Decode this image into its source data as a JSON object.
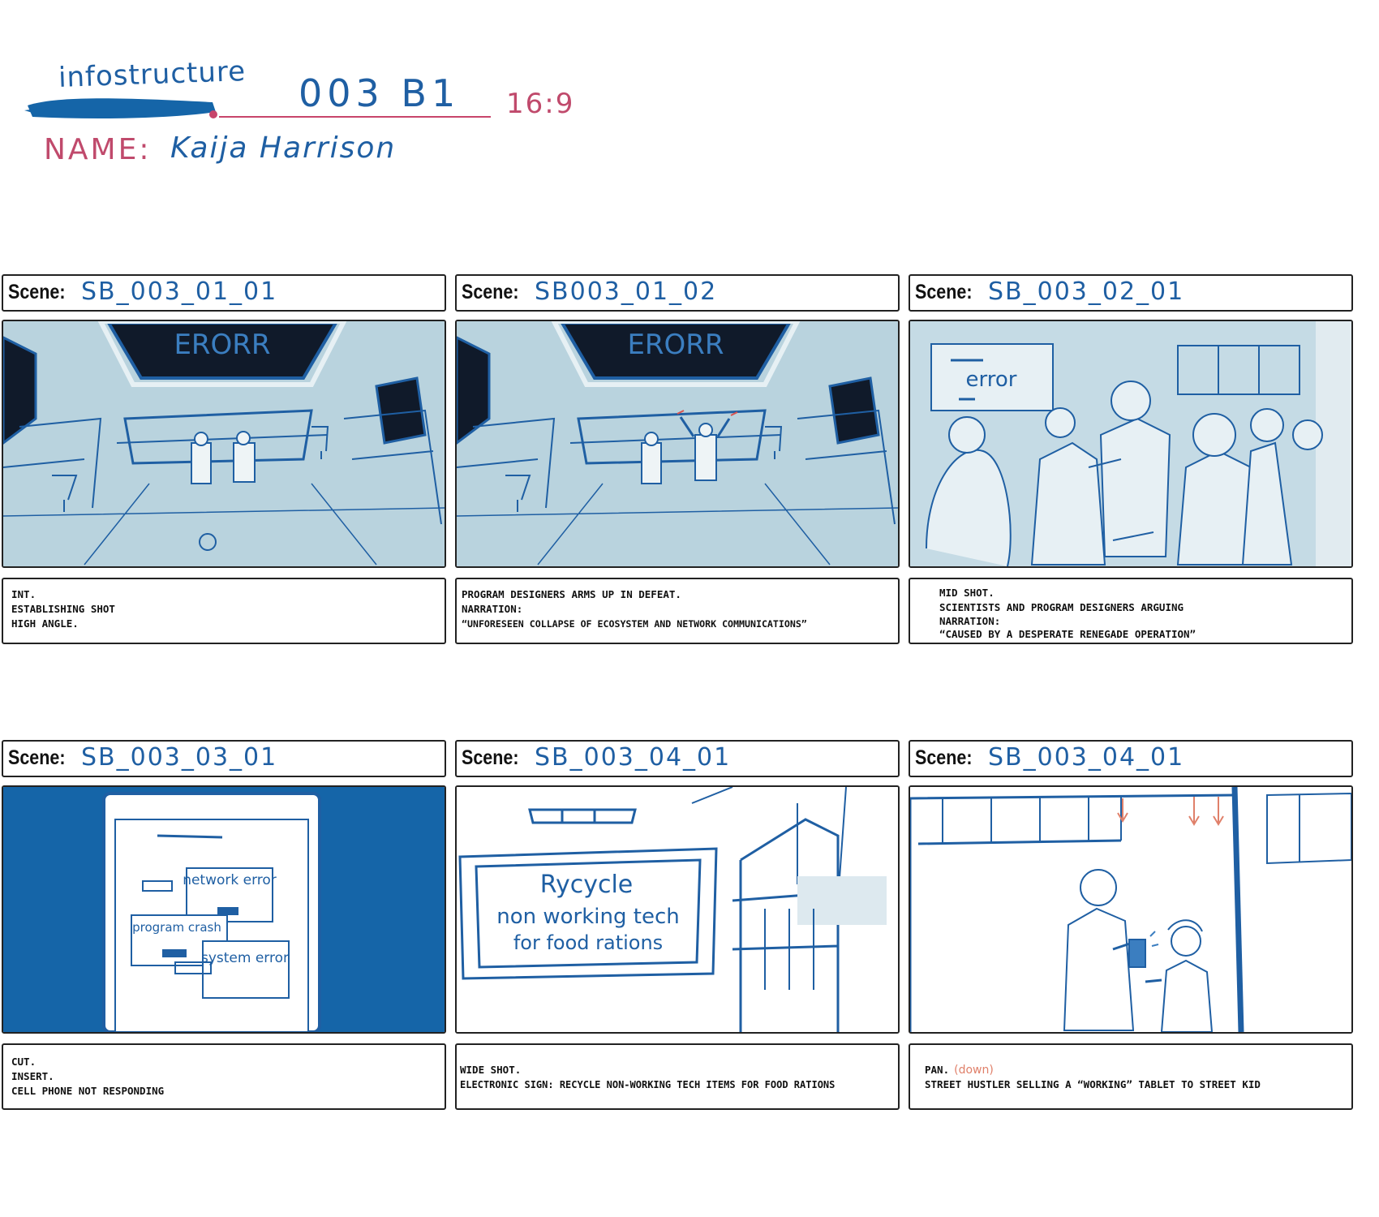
{
  "header": {
    "project_name": "infostructure",
    "episode_code": "003 B1",
    "aspect_ratio": "16:9",
    "name_label": "NAME:",
    "artist_name": "Kaija Harrison"
  },
  "colors": {
    "ink_blue": "#1f5fa3",
    "deep_blue": "#1565a8",
    "pale_blue": "#b9d3de",
    "accent_pink": "#c04a6c",
    "guide_red": "#e0806a"
  },
  "scene_label": "Scene:",
  "panels": [
    {
      "scene_id": "SB_003_01_01",
      "art_text": "ERORR",
      "notes": [
        "INT.",
        "ESTABLISHING SHOT",
        "HIGH ANGLE."
      ]
    },
    {
      "scene_id": "SB003_01_02",
      "art_text": "ERORR",
      "notes": [
        "PROGRAM DESIGNERS ARMS UP IN DEFEAT.",
        "NARRATION:",
        "“UNFORESEEN COLLAPSE OF ECOSYSTEM AND NETWORK COMMUNICATIONS”"
      ]
    },
    {
      "scene_id": "SB_003_02_01",
      "art_text": "error",
      "notes": [
        "MID SHOT.",
        "SCIENTISTS AND PROGRAM DESIGNERS ARGUING",
        "NARRATION:",
        "“CAUSED BY A DESPERATE RENEGADE OPERATION”"
      ]
    },
    {
      "scene_id": "SB_003_03_01",
      "art_text": [
        "network error",
        "program crash",
        "system error"
      ],
      "notes": [
        "CUT.",
        "INSERT.",
        "CELL PHONE NOT RESPONDING"
      ]
    },
    {
      "scene_id": "SB_003_04_01",
      "art_text": [
        "Rycycle",
        "non working tech",
        "for food rations"
      ],
      "notes": [
        "WIDE SHOT.",
        "ELECTRONIC SIGN: RECYCLE NON-WORKING TECH ITEMS FOR FOOD RATIONS"
      ]
    },
    {
      "scene_id": "SB_003_04_01",
      "pan_hint": "(down)",
      "notes": [
        "PAN.",
        "STREET HUSTLER SELLING A “WORKING” TABLET TO STREET KID"
      ]
    }
  ]
}
